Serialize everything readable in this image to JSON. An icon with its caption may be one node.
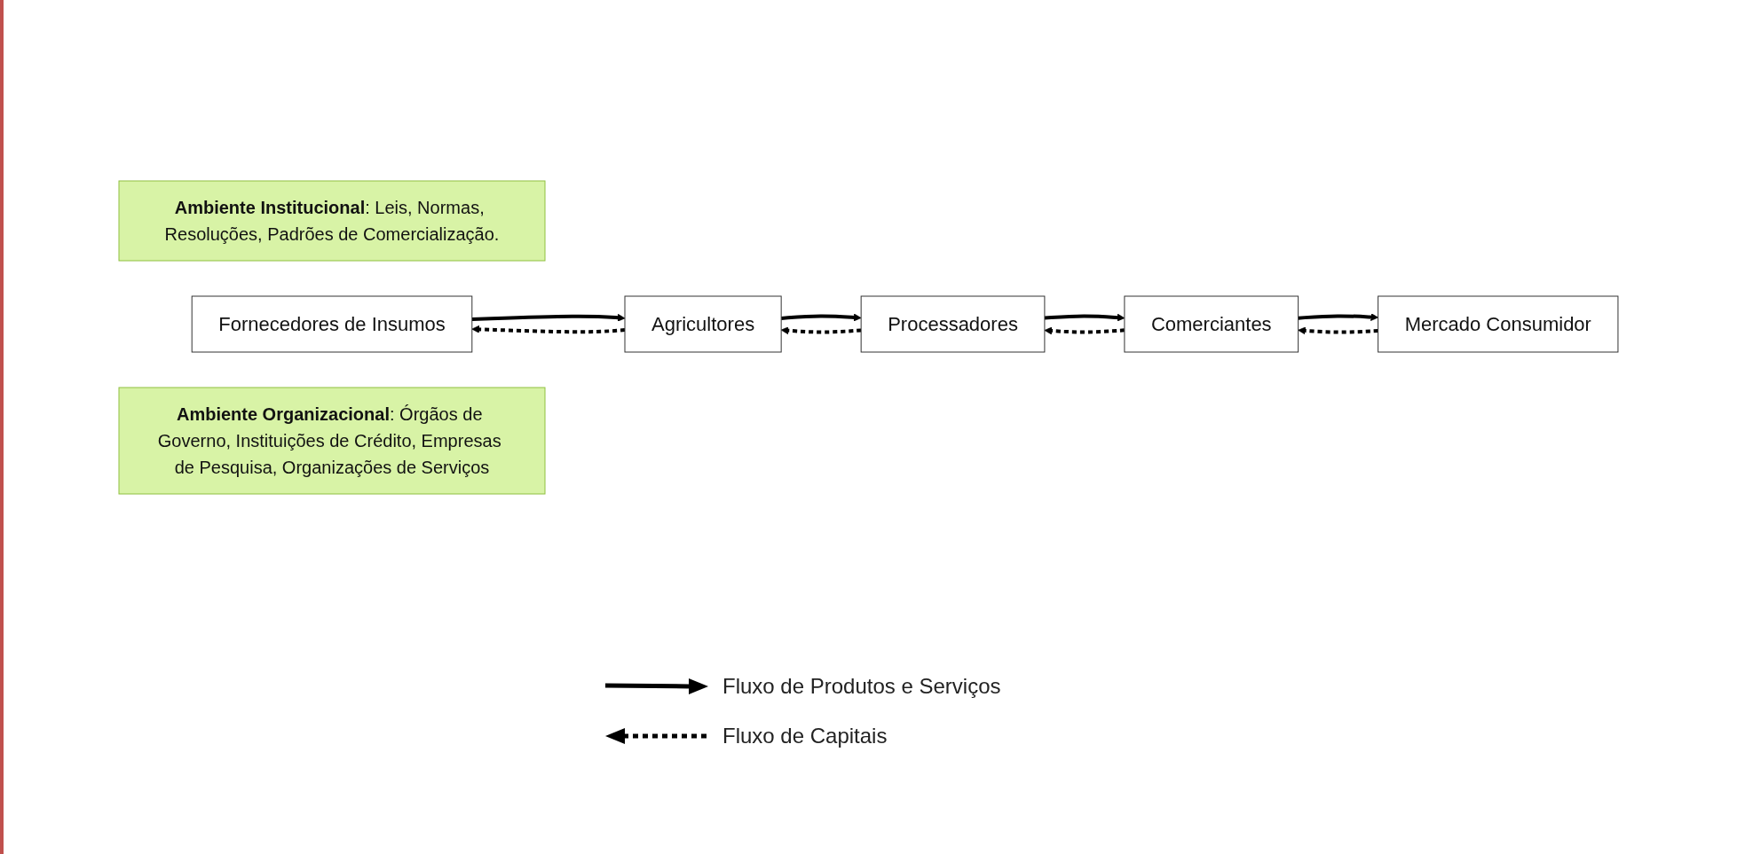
{
  "diagram": {
    "nodes": [
      {
        "text": [
          "**Ambiente Institucional**: Leis, Normas, Resoluções, Padrões de Comercialização."
        ]
      },
      {
        "text": [
          "Fornecedores de Insumos"
        ]
      },
      {
        "text": [
          "Agricultores"
        ]
      },
      {
        "text": [
          "Processadores"
        ]
      },
      {
        "text": [
          "Comerciantes"
        ]
      },
      {
        "text": [
          "Mercado Consumidor"
        ]
      },
      {
        "text": [
          "**Ambiente Organizacional**: Órgãos de Governo, Instituições de Crédito, Empresas de Pesquisa, Organizações de Serviços"
        ]
      }
    ],
    "edges": [
      {
        "from": 1,
        "to": 2,
        "arrow": "to"
      },
      {
        "from": 2,
        "to": 1,
        "arrow": "to",
        "style": "dashed"
      },
      {
        "from": 2,
        "to": 3,
        "arrow": "to"
      },
      {
        "from": 3,
        "to": 2,
        "arrow": "to",
        "style": "dashed"
      },
      {
        "from": 3,
        "to": 4,
        "arrow": "to"
      },
      {
        "from": 4,
        "to": 3,
        "arrow": "to",
        "style": "dashed"
      },
      {
        "from": 4,
        "to": 5,
        "arrow": "to"
      },
      {
        "from": 5,
        "to": 4,
        "arrow": "to",
        "style": "dashed"
      }
    ],
    "legend": [
      {
        "text": "Fluxo de Produtos e Serviços"
      },
      {
        "text": "Fluxo de Capitais"
      }
    ]
  }
}
